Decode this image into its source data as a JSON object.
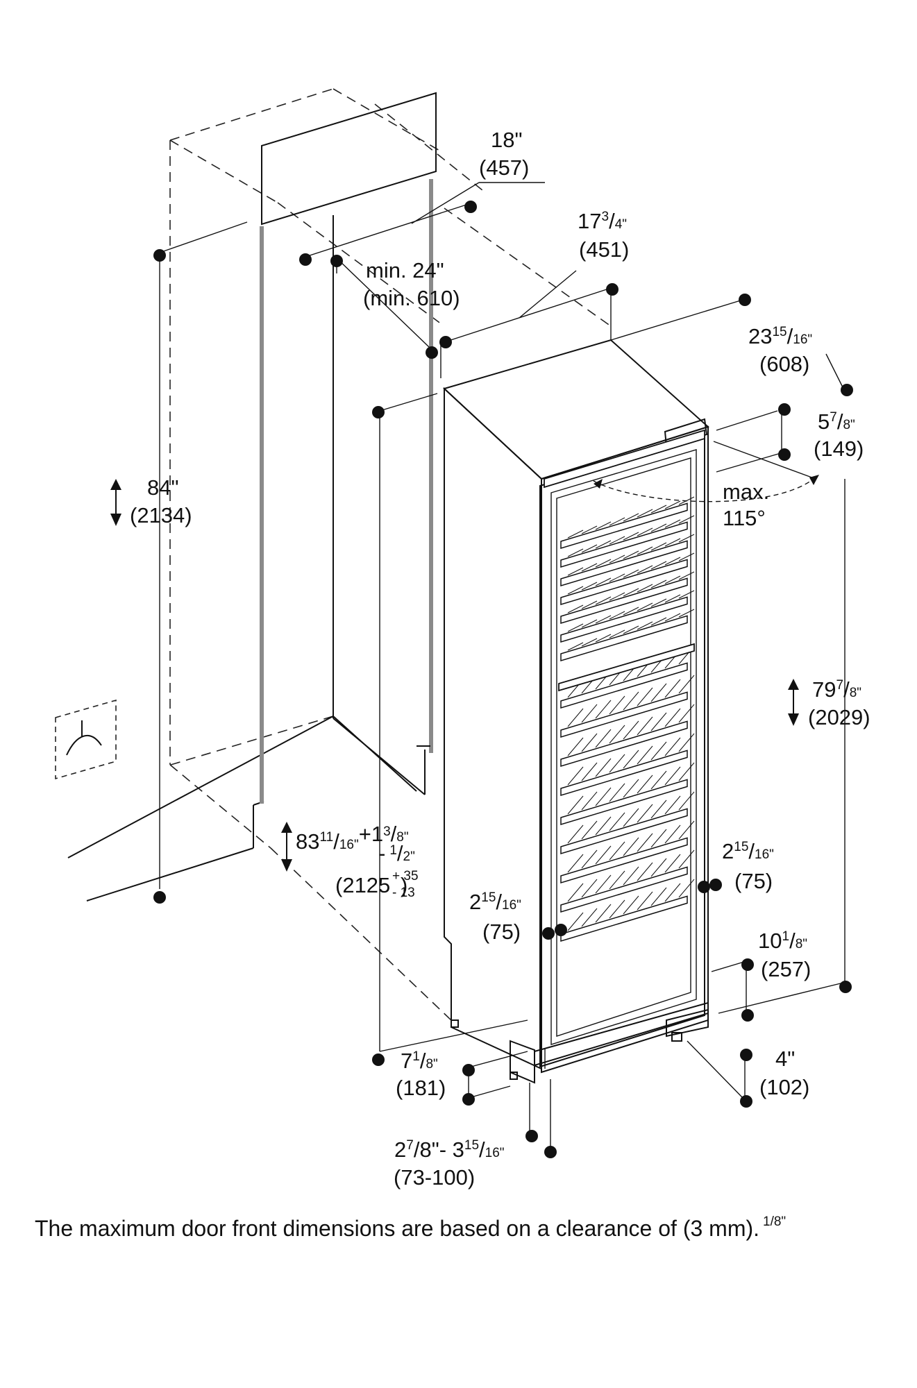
{
  "dimensions": {
    "depth_18": {
      "imperial": "18\"",
      "metric": "(457)"
    },
    "width_17_3_4": {
      "whole": "17",
      "num": "3",
      "den": "4\"",
      "metric": "(451)"
    },
    "clearance_min24": {
      "imperial": "min. 24\"",
      "metric": "(min. 610)"
    },
    "depth_23_15_16": {
      "whole": "23",
      "num": "15",
      "den": "16\"",
      "metric": "(608)"
    },
    "hinge_5_7_8": {
      "whole": "5",
      "num": "7",
      "den": "8\"",
      "metric": "(149)"
    },
    "door_angle": {
      "line1": "max.",
      "line2": "115°"
    },
    "niche_height_84": {
      "imperial": "84\"",
      "metric": "(2134)"
    },
    "height_79_7_8": {
      "whole": "79",
      "num": "7",
      "den": "8\"",
      "metric": "(2029)"
    },
    "height_83_11_16": {
      "whole": "83",
      "num": "11",
      "den": "16\"",
      "tol_plus": "+1",
      "tol_plus_num": "3",
      "tol_plus_den": "8\"",
      "tol_minus": "-",
      "tol_minus_num": "1",
      "tol_minus_den": "2\"",
      "metric": "(2125",
      "metric_plus": "+ 35",
      "metric_minus": "- 13",
      "metric_close": ")"
    },
    "side_right_2_15_16": {
      "whole": "2",
      "num": "15",
      "den": "16\"",
      "metric": "(75)"
    },
    "side_left_2_15_16": {
      "whole": "2",
      "num": "15",
      "den": "16\"",
      "metric": "(75)"
    },
    "base_10_1_8": {
      "whole": "10",
      "num": "1",
      "den": "8\"",
      "metric": "(257)"
    },
    "toe_4": {
      "imperial": "4\"",
      "metric": "(102)"
    },
    "plinth_7_1_8": {
      "whole": "7",
      "num": "1",
      "den": "8\"",
      "metric": "(181)"
    },
    "recess_range": {
      "w1": "2",
      "n1": "7",
      "d1": "8\"- 3",
      "n2": "15",
      "d2": "16\"",
      "metric": "(73-100)"
    }
  },
  "footnote": "The maximum door front dimensions are based on a clearance of (3 mm).",
  "footnote_overlay": "1/8\"",
  "wine_rack": {
    "upper_shelves": 7,
    "lower_shelves": 9
  }
}
